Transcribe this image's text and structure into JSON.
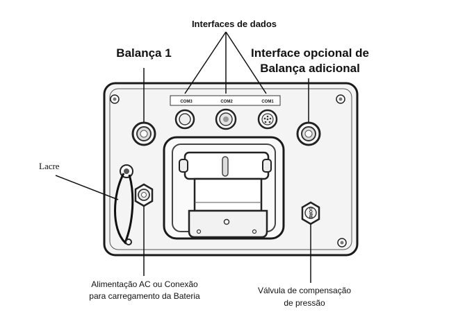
{
  "labels": {
    "data_interfaces": "Interfaces de dados",
    "scale_1": "Balança 1",
    "optional_interface_line1": "Interface opcional de",
    "optional_interface_line2": "Balança adicional",
    "seal": "Lacre",
    "power_line1": "Alimentação AC ou Conexão",
    "power_line2": "para carregamento da Bateria",
    "valve_line1": "Válvula de compensação",
    "valve_line2": "de pressão"
  },
  "ports": {
    "com3": "COM3",
    "com2": "COM2",
    "com1": "COM1",
    "valve_tag": "GORE"
  },
  "colors": {
    "panel_fill": "#f4f4f4",
    "outline": "#1a1a1a",
    "background": "#ffffff"
  }
}
